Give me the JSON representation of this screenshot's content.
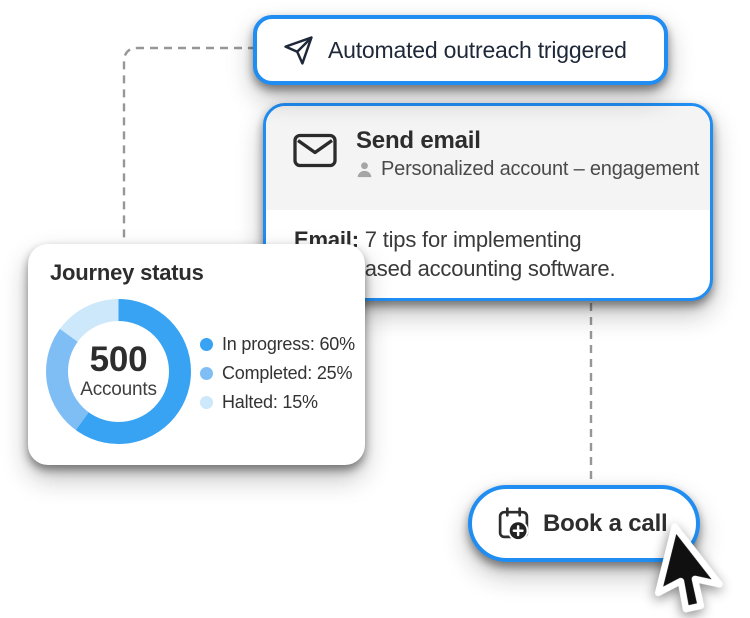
{
  "colors": {
    "accent_blue": "#1f8df2",
    "chart_in_progress": "#38a3f3",
    "chart_completed": "#7fbef5",
    "chart_halted": "#cde7fb",
    "text_dark": "#2d2d2d",
    "text_navy": "#1e2838",
    "header_bg": "#f4f4f4",
    "connector_gray": "#979797"
  },
  "trigger_pill": {
    "label": "Automated outreach triggered",
    "icon": "send-icon"
  },
  "email_card": {
    "title": "Send email",
    "subtitle": "Personalized account – engagement",
    "body_label": "Email:",
    "body_text": "7 tips for implementing cloud-based accounting software.",
    "title_icon": "envelope-icon",
    "subtitle_icon": "person-icon"
  },
  "journey_card": {
    "title": "Journey status",
    "center_value": "500",
    "center_label": "Accounts",
    "legend": [
      {
        "label": "In progress: 60%",
        "color": "#38a3f3"
      },
      {
        "label": "Completed: 25%",
        "color": "#7fbef5"
      },
      {
        "label": "Halted: 15%",
        "color": "#cde7fb"
      }
    ]
  },
  "chart_data": {
    "type": "pie",
    "donut": true,
    "title": "Journey status",
    "categories": [
      "In progress",
      "Completed",
      "Halted"
    ],
    "values": [
      60,
      25,
      15
    ],
    "unit": "%",
    "colors": [
      "#38a3f3",
      "#7fbef5",
      "#cde7fb"
    ],
    "center_value": "500",
    "center_label": "Accounts",
    "legend_position": "right"
  },
  "cta_button": {
    "label": "Book a call",
    "icon": "calendar-add-icon"
  }
}
